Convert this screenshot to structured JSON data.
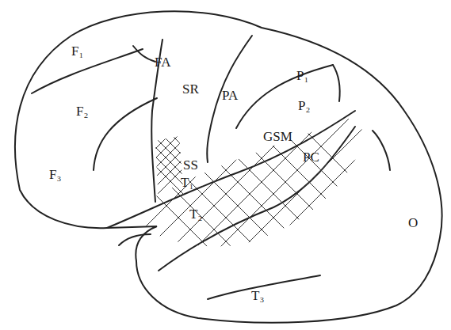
{
  "diagram": {
    "labels": [
      "F₁",
      "FA",
      "SR",
      "P₁",
      "F₂",
      "PA",
      "P₂",
      "GSM",
      "PC",
      "F₃",
      "SS",
      "T₁",
      "O",
      "T₂",
      "T₃"
    ]
  }
}
